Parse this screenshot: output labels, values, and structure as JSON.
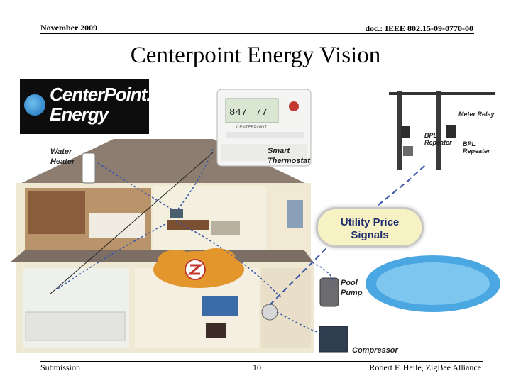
{
  "header": {
    "date": "November 2009",
    "doc": "doc.: IEEE 802.15-09-0770-00"
  },
  "title": "Centerpoint Energy Vision",
  "logo": {
    "line1": "CenterPoint.",
    "line2": "Energy"
  },
  "labels": {
    "water_heater": [
      "Water",
      "Heater"
    ],
    "smart_thermostat": [
      "Smart",
      "Thermostat"
    ],
    "meter_relay": "Meter Relay",
    "bpl_repeater_a": [
      "BPL",
      "Repeater"
    ],
    "bpl_repeater_b": [
      "BPL",
      "Repeater"
    ],
    "utility_price_signals": [
      "Utility Price",
      "Signals"
    ],
    "pool_pump": [
      "Pool",
      "Pump"
    ],
    "compressor": "Compressor"
  },
  "thermostat": {
    "temp_left": "847",
    "temp_right": "77",
    "brand": "CENTERPOINT"
  },
  "footer": {
    "left": "Submission",
    "page": "10",
    "right": "Robert F. Heile, ZigBee Alliance"
  },
  "colors": {
    "signal_line": "#3a57a8",
    "cloud": "#e3962c",
    "house_wall": "#efe8d3",
    "roof": "#8a7a6c"
  }
}
